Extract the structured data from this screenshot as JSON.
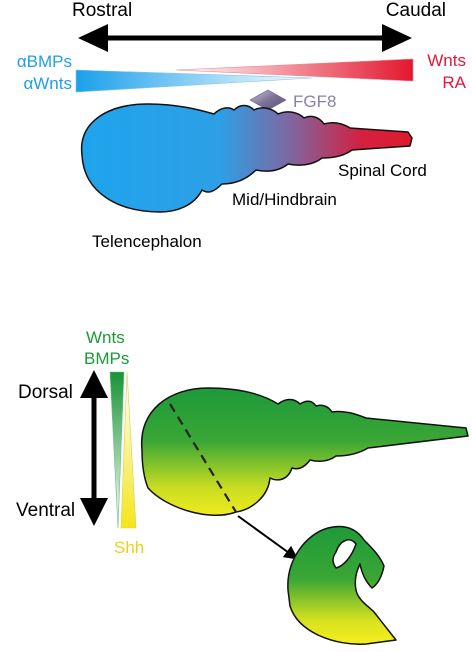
{
  "top_panel": {
    "axis": {
      "left_label": "Rostral",
      "right_label": "Caudal"
    },
    "rostral_signals": {
      "line1": "αBMPs",
      "line2": "αWnts",
      "color": "#1fa0e6"
    },
    "caudal_signals": {
      "line1": "Wnts",
      "line2": "RA",
      "color": "#e3173c"
    },
    "fgf8": {
      "label": "FGF8",
      "color": "#8a80a8"
    },
    "regions": {
      "telencephalon": "Telencephalon",
      "midhindbrain": "Mid/Hindbrain",
      "spinal_cord": "Spinal Cord"
    },
    "colors": {
      "rostral": "#1ea4ec",
      "middle": "#7a6aa6",
      "caudal": "#e01a2c"
    }
  },
  "bottom_panel": {
    "dorsal_signals": {
      "line1": "Wnts",
      "line2": "BMPs",
      "color": "#1a9a3a"
    },
    "ventral_signal": {
      "label": "Shh",
      "color": "#e6d21e"
    },
    "axis": {
      "top_label": "Dorsal",
      "bottom_label": "Ventral"
    },
    "colors": {
      "dorsal": "#1e9a3a",
      "ventral": "#f2ec1c"
    }
  }
}
